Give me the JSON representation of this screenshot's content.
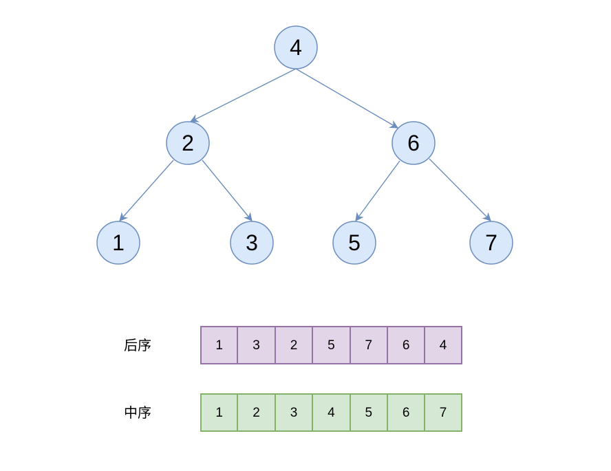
{
  "tree": {
    "root": "4",
    "level1": [
      "2",
      "6"
    ],
    "level2": [
      "1",
      "3",
      "5",
      "7"
    ],
    "colors": {
      "node_fill": "#dae8fc",
      "node_stroke": "#6c8ebf",
      "edge": "#6c8ebf"
    }
  },
  "postorder": {
    "label": "后序",
    "values": [
      "1",
      "3",
      "2",
      "5",
      "7",
      "6",
      "4"
    ],
    "colors": {
      "fill": "#e1d5e7",
      "stroke": "#9673a6"
    }
  },
  "inorder": {
    "label": "中序",
    "values": [
      "1",
      "2",
      "3",
      "4",
      "5",
      "6",
      "7"
    ],
    "colors": {
      "fill": "#d5e8d4",
      "stroke": "#82b366"
    }
  }
}
